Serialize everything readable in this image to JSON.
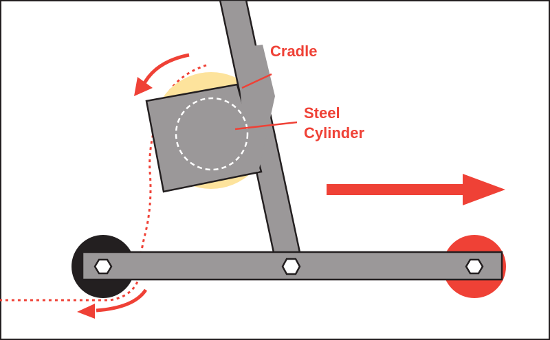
{
  "labels": {
    "cradle": "Cradle",
    "steel_line1": "Steel",
    "steel_line2": "Cylinder"
  },
  "colors": {
    "frame_gray": "#9b9899",
    "outline": "#231f20",
    "accent_red": "#ef4136",
    "cylinder_yellow": "#fde39c",
    "wheel_black": "#231f20",
    "wheel_red": "#ef4136",
    "dash_white": "#ffffff",
    "background": "#ffffff"
  },
  "icons": {
    "rotation": "curved-arrow-counterclockwise",
    "motion": "arrow-right",
    "bolt": "hex-bolt"
  }
}
